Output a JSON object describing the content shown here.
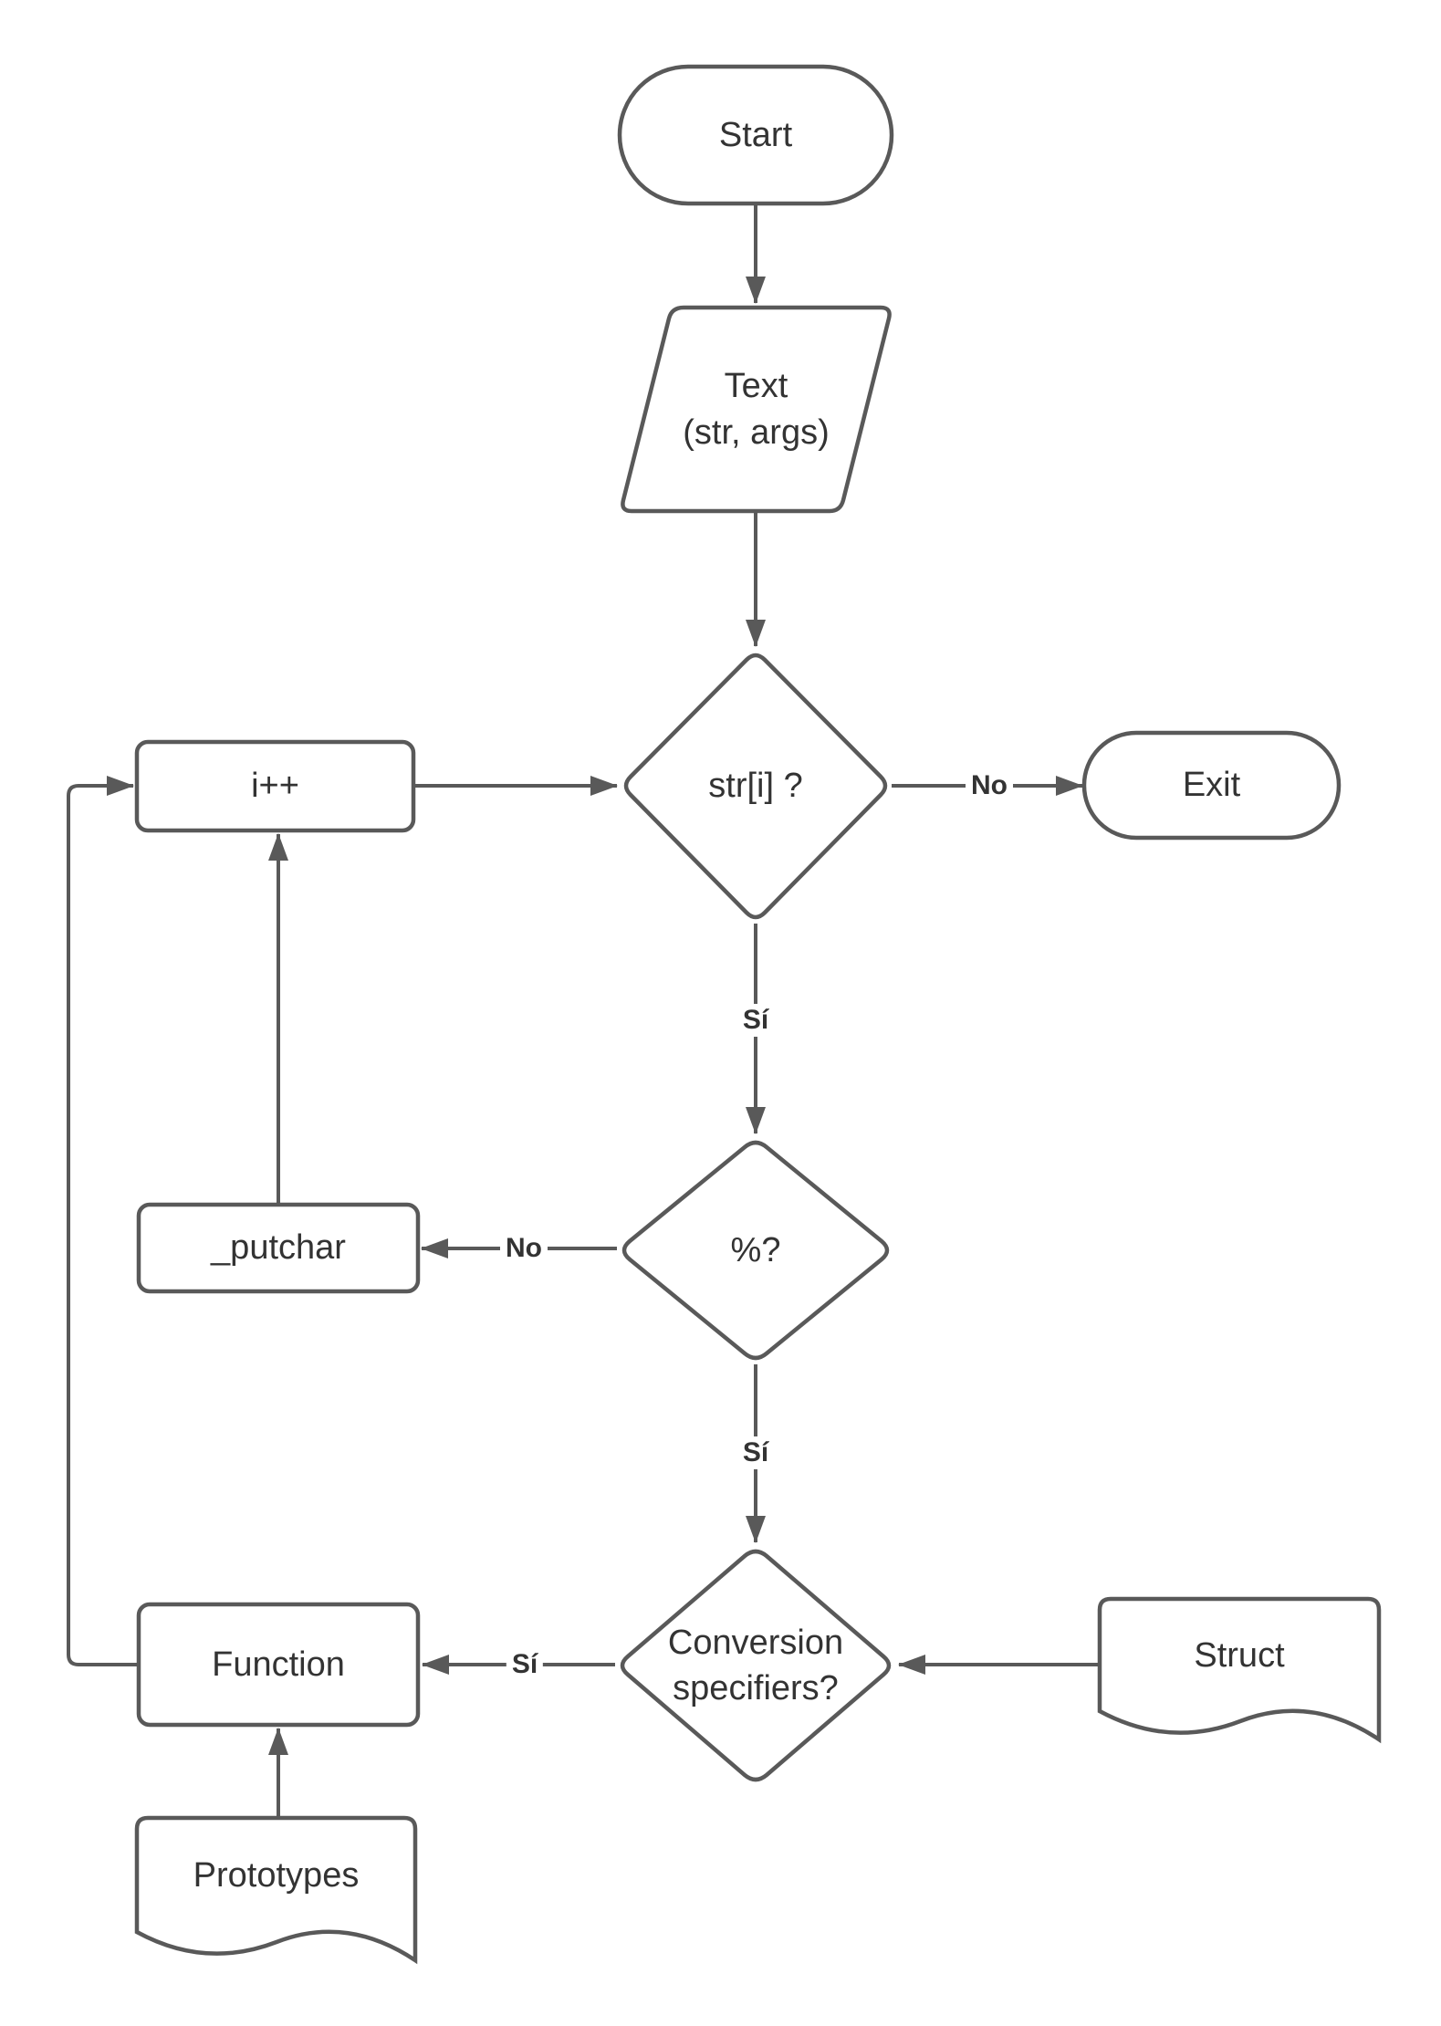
{
  "diagram": {
    "colors": {
      "stroke": "#595959",
      "text": "#333333",
      "shape_fill": "#ffffff",
      "background": "#ffffff"
    },
    "nodes": {
      "start": {
        "label": "Start",
        "type": "terminator"
      },
      "text_input": {
        "line1": "Text",
        "line2": "(str, args)",
        "type": "input-output"
      },
      "str_check": {
        "label": "str[i] ?",
        "type": "decision"
      },
      "i_increment": {
        "label": "i++",
        "type": "process"
      },
      "exit": {
        "label": "Exit",
        "type": "terminator"
      },
      "percent_check": {
        "label": "%?",
        "type": "decision"
      },
      "putchar": {
        "label": "_putchar",
        "type": "process"
      },
      "conversion_check": {
        "line1": "Conversion",
        "line2": "specifiers?",
        "type": "decision"
      },
      "function": {
        "label": "Function",
        "type": "process"
      },
      "struct": {
        "label": "Struct",
        "type": "document"
      },
      "prototypes": {
        "label": "Prototypes",
        "type": "document"
      }
    },
    "edge_labels": {
      "str_no": "No",
      "str_yes": "Sí",
      "percent_no": "No",
      "percent_yes": "Sí",
      "conversion_yes": "Sí"
    }
  }
}
